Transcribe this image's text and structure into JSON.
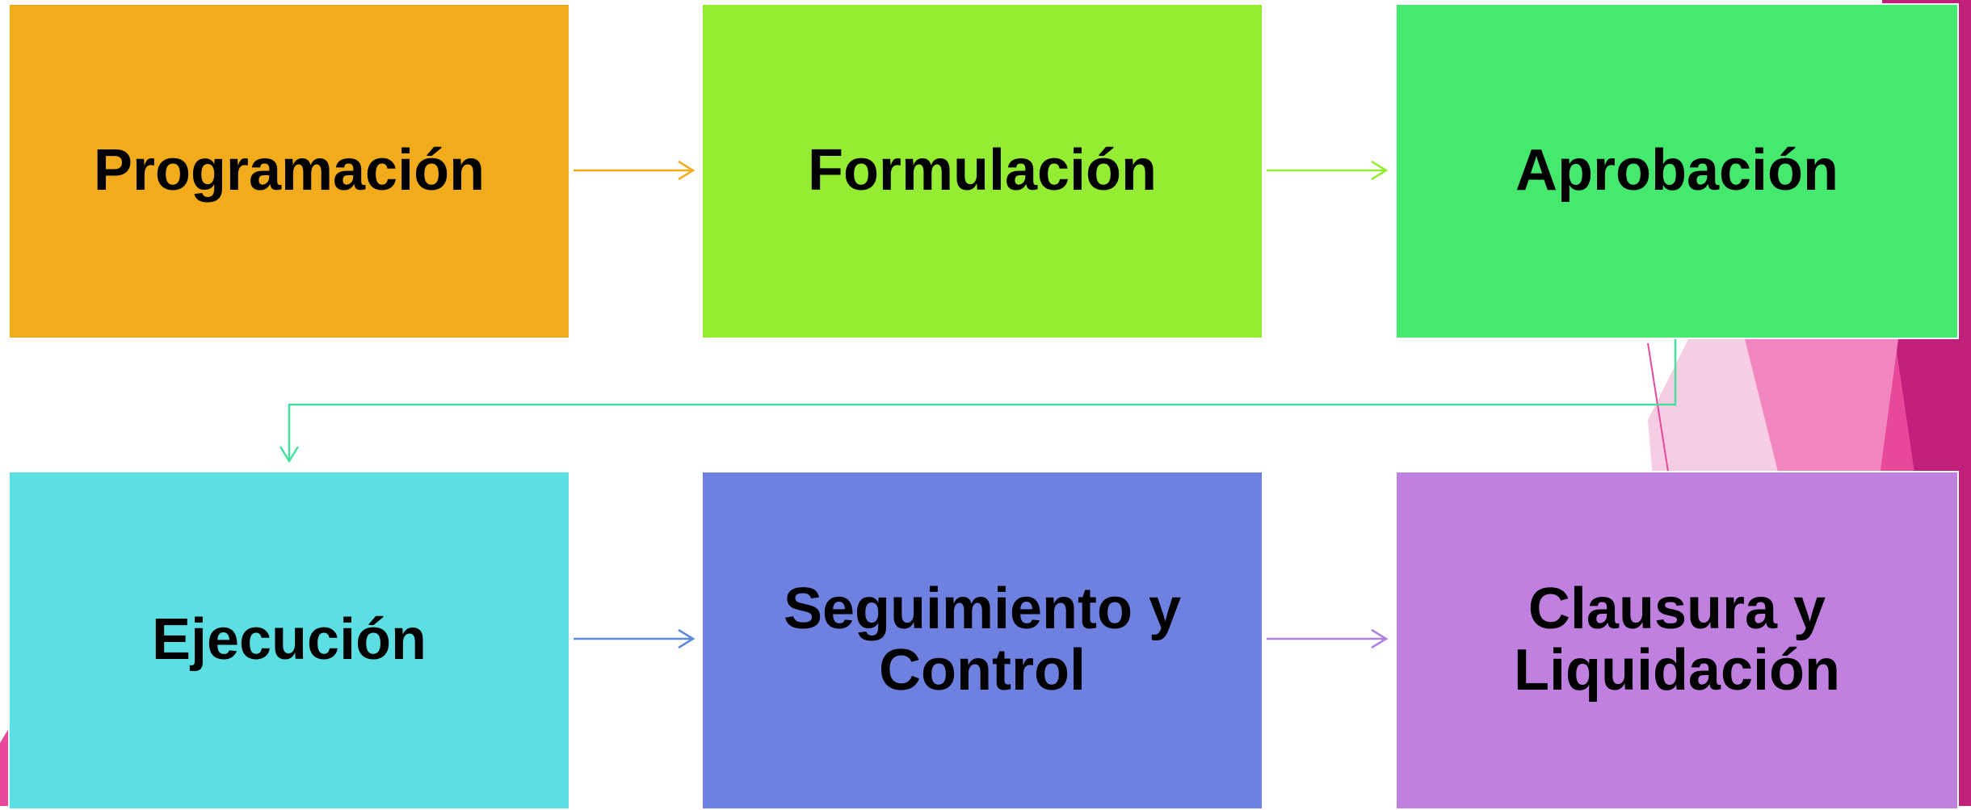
{
  "diagram": {
    "steps": [
      {
        "id": "programacion",
        "label": "Programación",
        "color": "#f2ac1b"
      },
      {
        "id": "formulacion",
        "label": "Formulación",
        "color": "#94ed32"
      },
      {
        "id": "aprobacion",
        "label": "Aprobación",
        "color": "#45e96e"
      },
      {
        "id": "ejecucion",
        "label": "Ejecución",
        "color": "#5cdfe3"
      },
      {
        "id": "seguimiento",
        "label": "Seguimiento y Control",
        "color": "#6e80e0"
      },
      {
        "id": "clausura",
        "label": "Clausura y Liquidación",
        "color": "#bf80e0"
      }
    ],
    "connectors": [
      {
        "from": "programacion",
        "to": "formulacion",
        "color": "#f2ac1b"
      },
      {
        "from": "formulacion",
        "to": "aprobacion",
        "color": "#94ed32"
      },
      {
        "from": "aprobacion",
        "to": "ejecucion",
        "color": "#45e0a0"
      },
      {
        "from": "ejecucion",
        "to": "seguimiento",
        "color": "#5a8ad8"
      },
      {
        "from": "seguimiento",
        "to": "clausura",
        "color": "#b080e0"
      }
    ]
  },
  "decoration": {
    "magenta_dark": "#c0207a",
    "magenta_mid": "#e8489a",
    "pink_light": "#f5c6e0"
  }
}
